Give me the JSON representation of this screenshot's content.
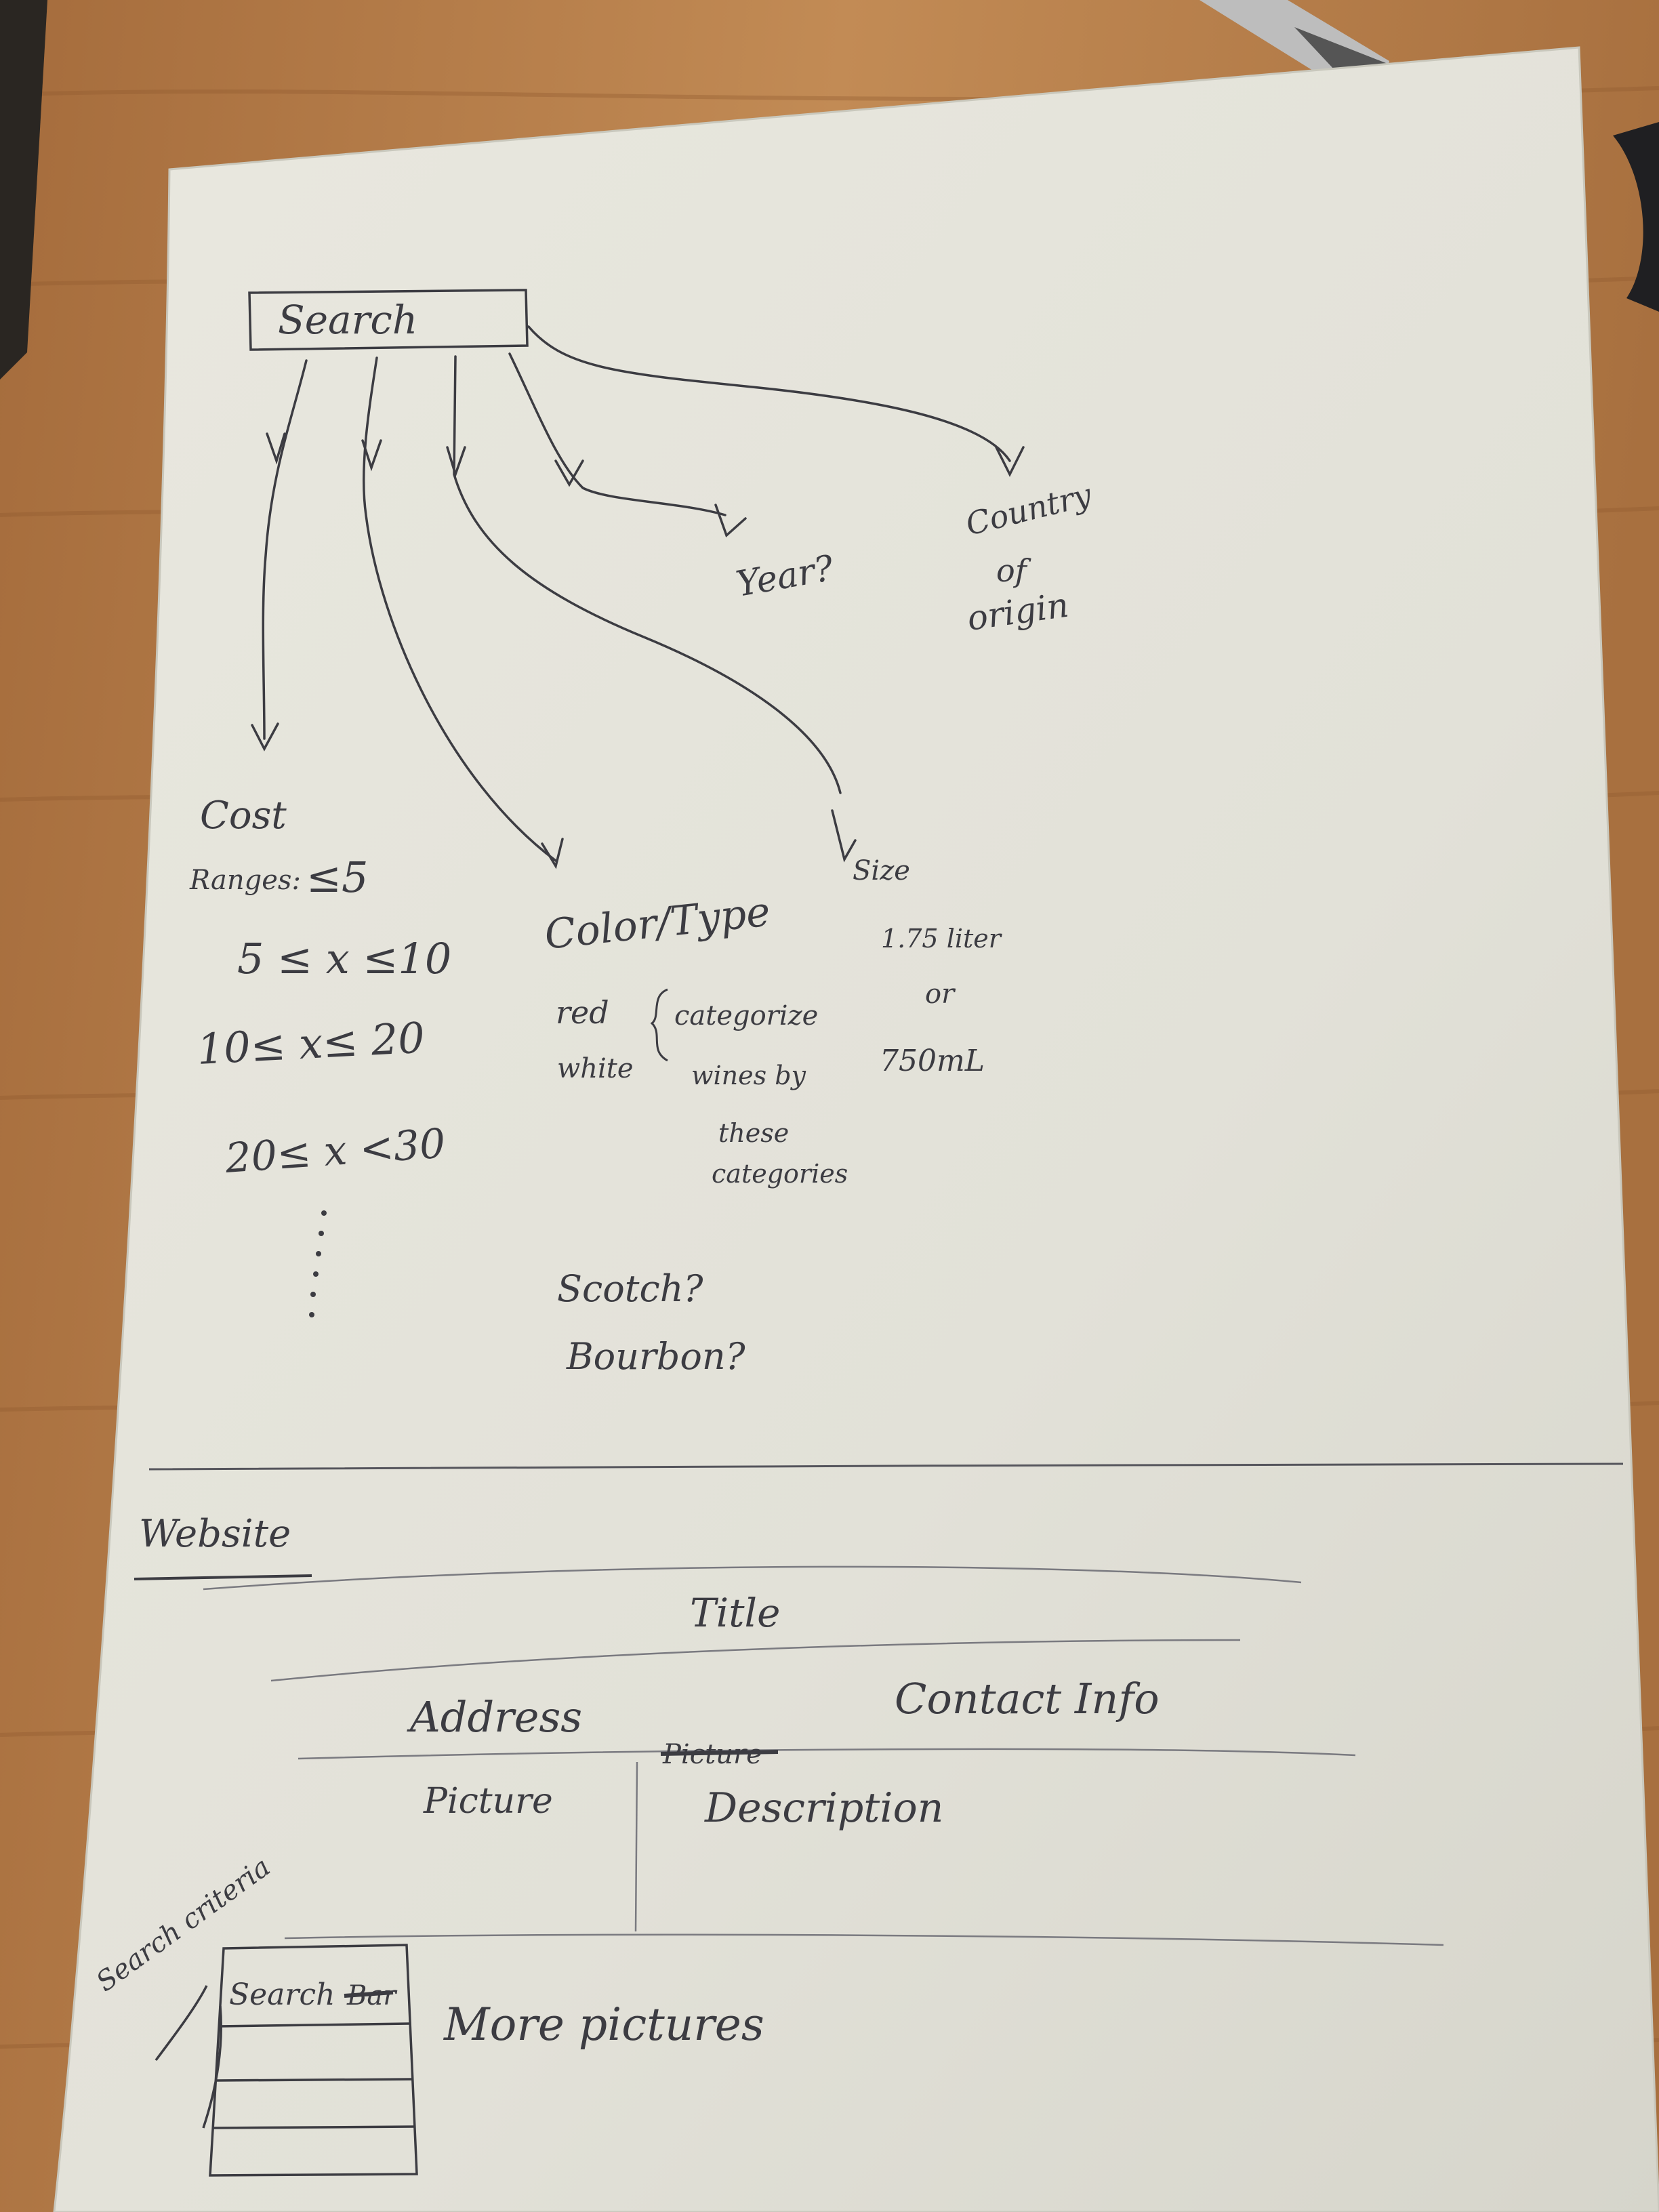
{
  "sketch": {
    "search_box_label": "Search",
    "branches": {
      "year": "Year?",
      "country": [
        "Country",
        "of",
        "origin"
      ],
      "cost": {
        "heading": "Cost",
        "ranges_label": "Ranges:",
        "ranges": [
          "≤5",
          "5 ≤ x ≤10",
          "10≤ x≤ 20",
          "20≤ x <30"
        ]
      },
      "color_type": {
        "heading": "Color/Type",
        "options": [
          "red",
          "white"
        ],
        "note": [
          "categorize",
          "wines by",
          "these",
          "categories"
        ],
        "extra": [
          "Scotch?",
          "Bourbon?"
        ]
      },
      "size": {
        "heading": "Size",
        "options": [
          "1.75 liter",
          "or",
          "750mL"
        ]
      }
    },
    "website": {
      "heading": "Website",
      "title": "Title",
      "address": "Address",
      "contact": "Contact Info",
      "crossed_word": "Picture",
      "picture": "Picture",
      "description": "Description",
      "search_criteria": "Search criteria",
      "search_bar": "Search",
      "crossed_bar": "Bar",
      "more_pictures": "More pictures"
    }
  },
  "colors": {
    "desk": "#b9844f",
    "paper": "#e6e5dc",
    "pencil": "#3c3c42"
  }
}
